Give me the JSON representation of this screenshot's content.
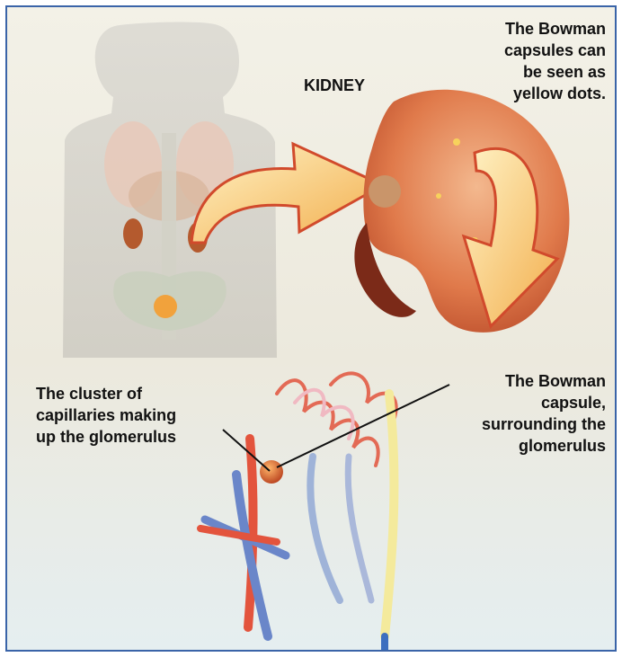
{
  "labels": {
    "kidney": "KIDNEY",
    "bowman_capsules": "The Bowman\ncapsules can\nbe seen as\nyellow dots.",
    "glomerulus_cluster": "The cluster of\ncapillaries making\nup the glomerulus",
    "bowman_capsule": "The Bowman\ncapsule,\nsurrounding the\nglomerulus"
  },
  "colors": {
    "frame": "#3a64a8",
    "arrow_fill": "#f7c56a",
    "arrow_stroke": "#d14a2c",
    "kidney": "#d9643a",
    "artery": "#e3543d",
    "vein": "#6a86c9",
    "bowman": "#c1421b"
  }
}
